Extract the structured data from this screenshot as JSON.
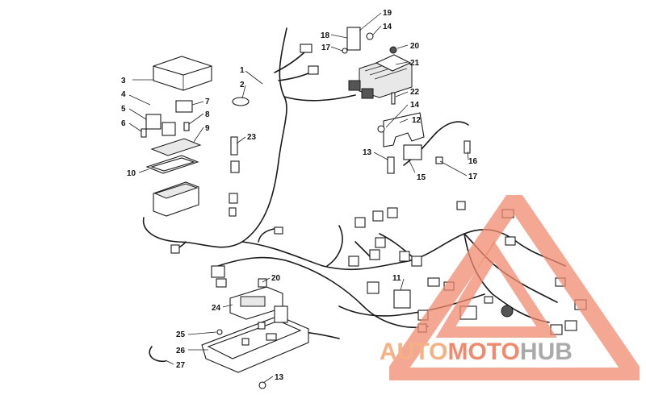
{
  "callouts": [
    {
      "n": "1"
    },
    {
      "n": "2"
    },
    {
      "n": "3"
    },
    {
      "n": "4"
    },
    {
      "n": "5"
    },
    {
      "n": "6"
    },
    {
      "n": "7"
    },
    {
      "n": "8"
    },
    {
      "n": "9"
    },
    {
      "n": "10"
    },
    {
      "n": "11"
    },
    {
      "n": "12"
    },
    {
      "n": "13"
    },
    {
      "n": "13"
    },
    {
      "n": "14"
    },
    {
      "n": "14"
    },
    {
      "n": "15"
    },
    {
      "n": "16"
    },
    {
      "n": "17"
    },
    {
      "n": "17"
    },
    {
      "n": "18"
    },
    {
      "n": "19"
    },
    {
      "n": "20"
    },
    {
      "n": "20"
    },
    {
      "n": "21"
    },
    {
      "n": "22"
    },
    {
      "n": "23"
    },
    {
      "n": "24"
    },
    {
      "n": "25"
    },
    {
      "n": "26"
    },
    {
      "n": "27"
    }
  ],
  "watermark": {
    "part1": "AUTO",
    "part2": "MOTO",
    "part3": "HUB",
    "colors": {
      "orange": "#f4b183",
      "red": "#f08a6f",
      "grey": "#aaaaaa"
    }
  }
}
